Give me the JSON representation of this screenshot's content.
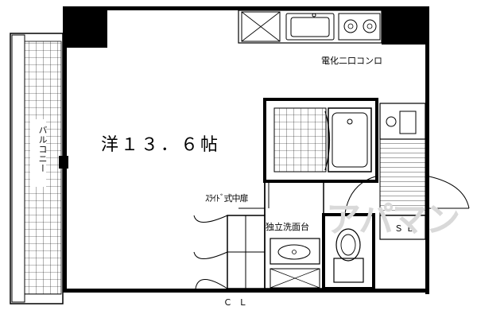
{
  "plan": {
    "room_label": "洋１３．６帖",
    "stove_label": "電化二口コンロ",
    "slide_door_label": "ｽﾗｲﾄﾞ式中扉",
    "washstand_label": "独立洗面台",
    "sb_label": "ＳＢ",
    "closet_label": "ＣＬ",
    "balcony_label": "バルコニー",
    "watermark_text": "アパマン"
  },
  "colors": {
    "wall": "#000000",
    "line": "#000000",
    "watermark": "#d9d9d9"
  }
}
